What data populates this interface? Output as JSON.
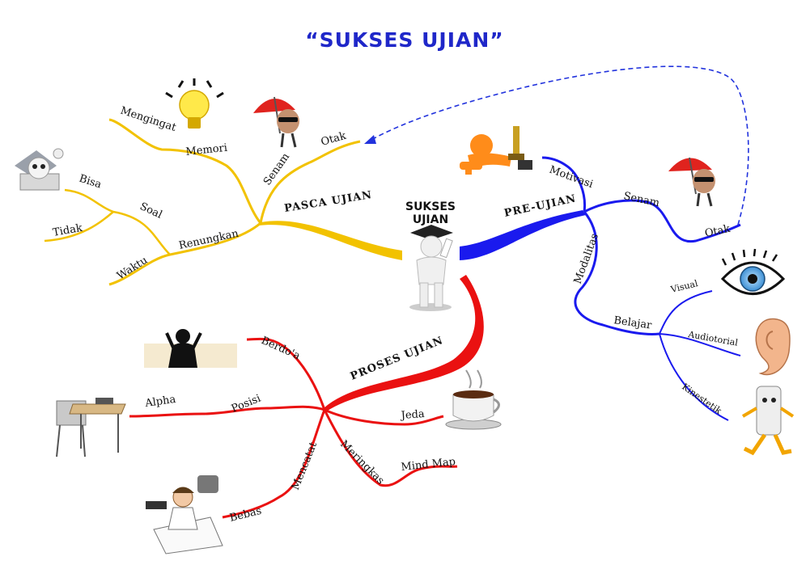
{
  "title": "“SUKSES UJIAN”",
  "center": {
    "line1": "SUKSES",
    "line2": "UJIAN"
  },
  "colors": {
    "title": "#1f27c9",
    "pasca": "#f2c200",
    "pre": "#1a1aee",
    "proses": "#ea1111",
    "link": "#2233dd"
  },
  "icons": {
    "bulb": "lightbulb-icon",
    "umbrella": "umbrella-brain-icon",
    "skull": "skull-book-icon",
    "trophy": "trophy-figure-icon",
    "eye": "eye-icon",
    "ear": "ear-icon",
    "runner": "running-figure-icon",
    "pray": "praying-silhouette-icon",
    "desk": "school-desk-icon",
    "cup": "coffee-cup-icon",
    "writer": "writing-student-icon",
    "graduate": "graduate-figure-icon"
  },
  "pasca": {
    "label": "PASCA UJIAN",
    "memori": "Memori",
    "mengingat": "Mengingat",
    "senam": "Senam",
    "otak": "Otak",
    "renungkan": "Renungkan",
    "soal": "Soal",
    "bisa": "Bisa",
    "tidak": "Tidak",
    "waktu": "Waktu"
  },
  "pre": {
    "label": "PRE-UJIAN",
    "motivasi": "Motivasi",
    "senam": "Senam",
    "otak": "Otak",
    "modalitas": "Modalitas",
    "belajar": "Belajar",
    "visual": "Visual",
    "audiotorial": "Audiotorial",
    "kinestetik": "Kinestetik"
  },
  "proses": {
    "label": "PROSES UJIAN",
    "berdoa": "Berdo'a",
    "posisi": "Posisi",
    "alpha": "Alpha",
    "jeda": "Jeda",
    "meringkas": "Meringkas",
    "mindmap": "Mind Map",
    "mencatat": "Mencatat",
    "bebas": "Bebas"
  }
}
